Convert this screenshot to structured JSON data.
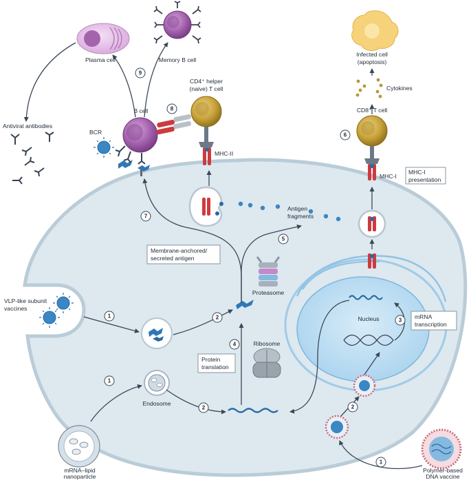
{
  "labels": {
    "plasma_cell": "Plasma cell",
    "memory_b_cell": "Memory B cell",
    "antiviral_antibodies": "Antiviral antibodies",
    "b_cell": "B cell",
    "bcr": "BCR",
    "cd4_line1": "CD4⁺ helper",
    "cd4_line2": "(naive) T cell",
    "mhc_ii": "MHC-II",
    "infected_line1": "Infected cell",
    "infected_line2": "(apoptosis)",
    "cytokines": "Cytokines",
    "cd8": "CD8⁺ T cell",
    "mhc_i": "MHC-I",
    "mhc_i_pres_line1": "MHC-I",
    "mhc_i_pres_line2": "presentation",
    "antigen_line1": "Antigen",
    "antigen_line2": "fragments",
    "membrane_line1": "Membrane-anchored/",
    "membrane_line2": "secreted antigen",
    "proteasome": "Proteasome",
    "vlp_line1": "VLP-like subunit",
    "vlp_line2": "vaccines",
    "nucleus": "Nucleus",
    "mrna_tx_line1": "mRNA",
    "mrna_tx_line2": "transcription",
    "ribosome": "Ribosome",
    "protein_line1": "Protein",
    "protein_line2": "translation",
    "endosome": "Endosome",
    "mrna_lipid_line1": "mRNA–lipid",
    "mrna_lipid_line2": "nanoparticle",
    "polymer_line1": "Polymer-based",
    "polymer_line2": "DNA vaccine"
  },
  "steps": {
    "s9": "9",
    "s8": "8",
    "s7": "7",
    "s6": "6",
    "s5": "5",
    "s4": "4",
    "s3": "3",
    "s2a": "2",
    "s2b": "2",
    "s2c": "2",
    "s1a": "1",
    "s1b": "1",
    "s1c": "1"
  },
  "colors": {
    "cell_fill": "#dde8ef",
    "cell_stroke": "#b9ccd8",
    "nucleus": "#a9d3ee",
    "b_cell": "#a463ad",
    "t_cell": "#c9a43a",
    "mhc": "#cc3b3f",
    "antigen": "#2e78b7",
    "arrow": "#3a4756"
  }
}
